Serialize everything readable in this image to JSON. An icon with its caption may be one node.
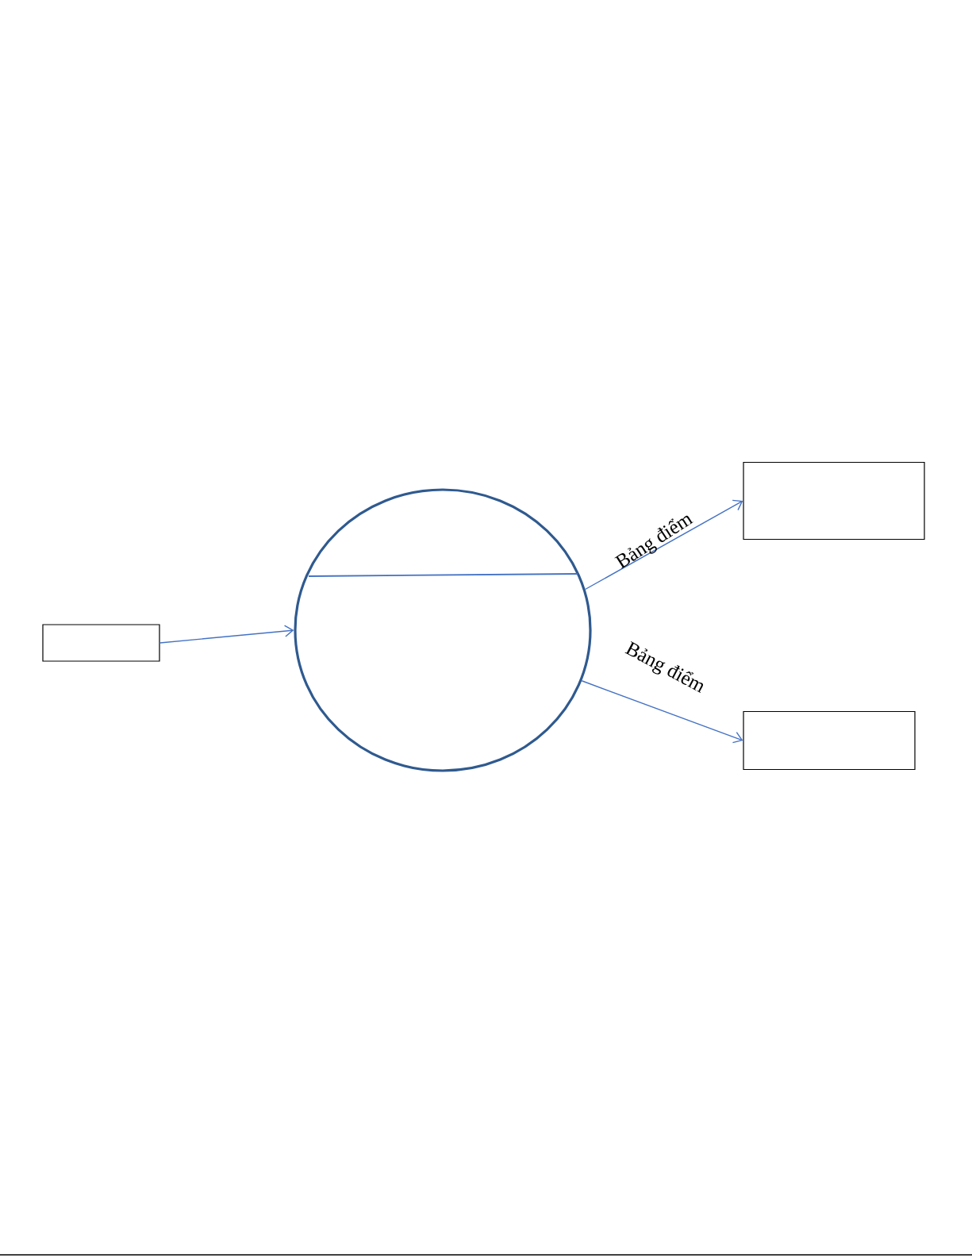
{
  "diagram": {
    "nodes": [
      {
        "text": [],
        "shape": "box"
      },
      {
        "text": [],
        "shape": "circle"
      },
      {
        "text": [],
        "shape": "box"
      },
      {
        "text": [],
        "shape": "box"
      }
    ],
    "edges": [
      {
        "from": 0,
        "to": 1,
        "arrow": "to"
      },
      {
        "from": 1,
        "to": 2,
        "arrow": "to",
        "label": "Bảng điểm"
      },
      {
        "from": 1,
        "to": 3,
        "arrow": "to",
        "label": "Bảng điểm"
      }
    ]
  }
}
